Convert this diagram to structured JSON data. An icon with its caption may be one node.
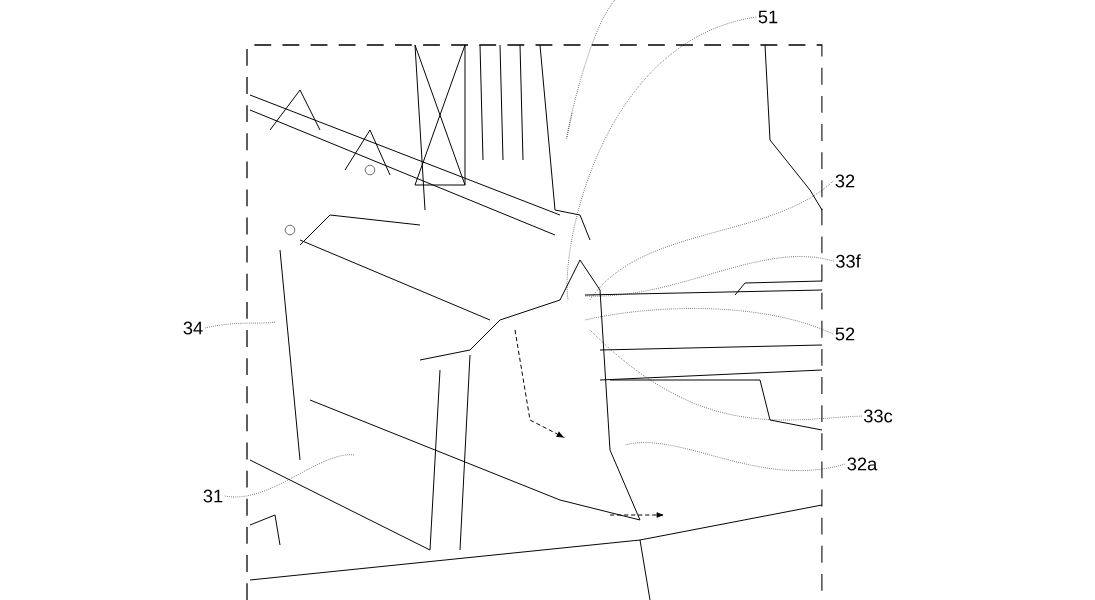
{
  "diagram": {
    "nodes": [
      {
        "text": [
          "51"
        ]
      },
      {
        "text": [
          "32"
        ]
      },
      {
        "text": [
          "33f"
        ]
      },
      {
        "text": [
          "52"
        ]
      },
      {
        "text": [
          "33c"
        ]
      },
      {
        "text": [
          "32a"
        ]
      },
      {
        "text": [
          "34"
        ]
      },
      {
        "text": [
          "31"
        ]
      }
    ],
    "edges": [
      {
        "from": 0,
        "to": null,
        "arrow": "none"
      },
      {
        "from": 1,
        "to": null,
        "arrow": "none"
      },
      {
        "from": 2,
        "to": null,
        "arrow": "none"
      },
      {
        "from": 3,
        "to": null,
        "arrow": "none"
      },
      {
        "from": 4,
        "to": null,
        "arrow": "none"
      },
      {
        "from": 5,
        "to": null,
        "arrow": "none"
      },
      {
        "from": 6,
        "to": null,
        "arrow": "none"
      },
      {
        "from": 7,
        "to": null,
        "arrow": "none"
      }
    ]
  }
}
